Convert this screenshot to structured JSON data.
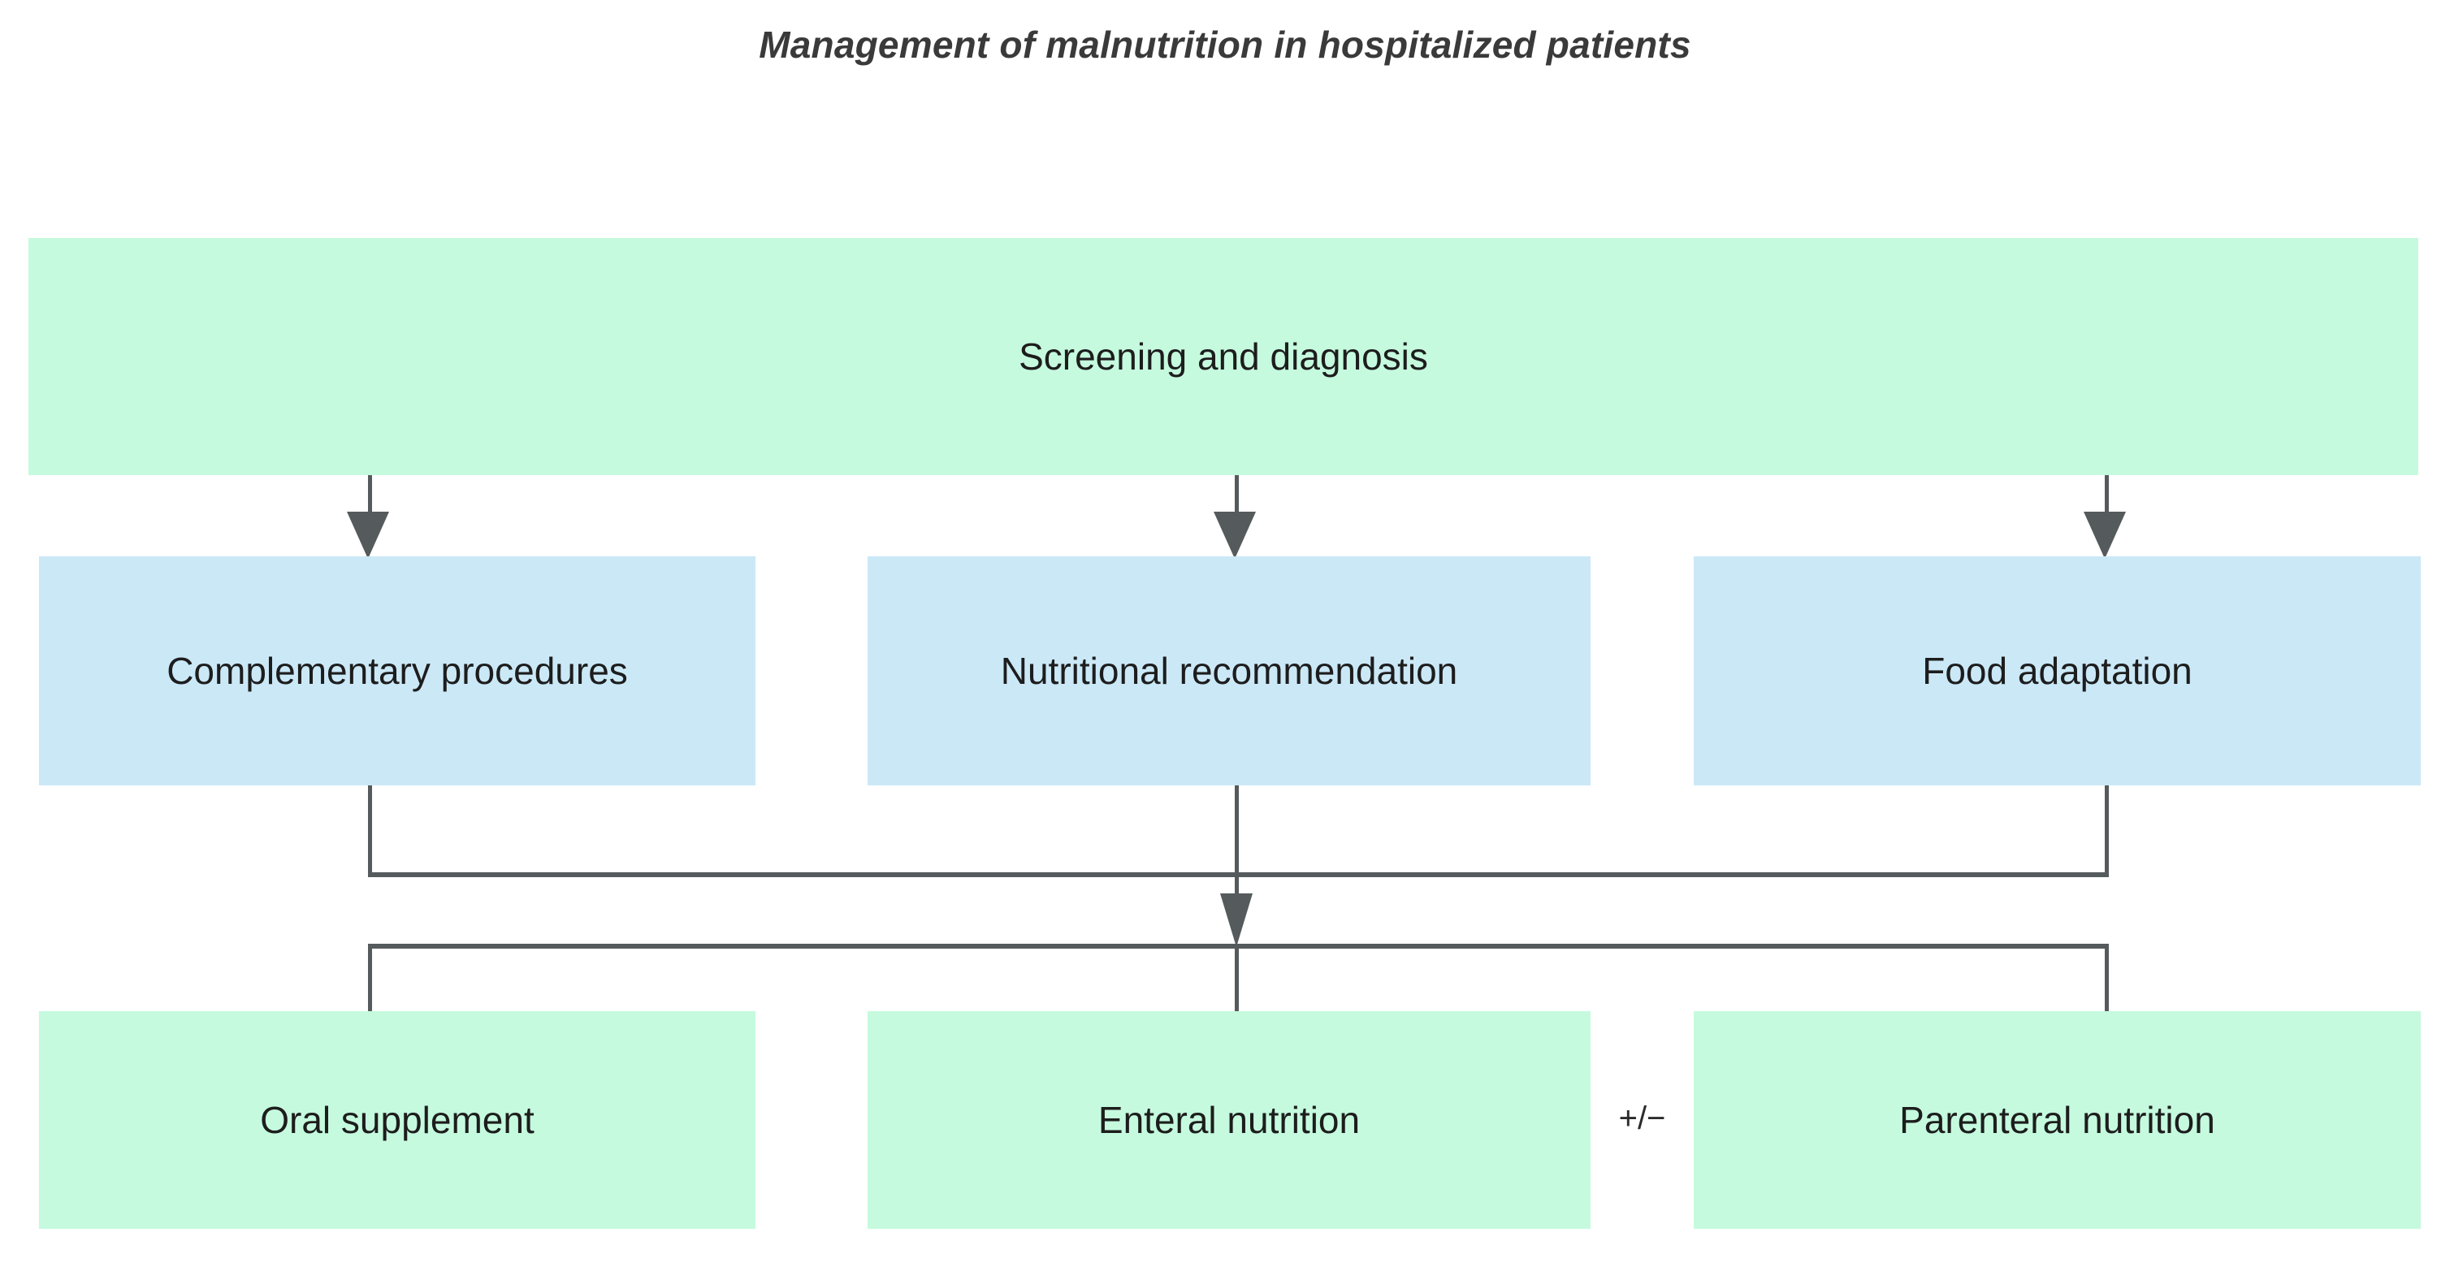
{
  "title": "Management of malnutrition in hospitalized patients",
  "colors": {
    "green_fill": "#c5fade",
    "blue_fill": "#cbe8f7",
    "connector": "#555a5c",
    "title_text": "#3a3a3a",
    "node_text": "#1d1d1d",
    "background": "#ffffff"
  },
  "nodes": {
    "screening": "Screening and diagnosis",
    "complementary": "Complementary procedures",
    "nutritional": "Nutritional recommendation",
    "food": "Food adaptation",
    "oral": "Oral supplement",
    "enteral": "Enteral nutrition",
    "parenteral": "Parenteral nutrition"
  },
  "annotations": {
    "plus_minus": "+/−"
  },
  "flow": {
    "levels": [
      {
        "name": "level-1",
        "style": "green",
        "items": [
          "Screening and diagnosis"
        ]
      },
      {
        "name": "level-2",
        "style": "blue",
        "items": [
          "Complementary procedures",
          "Nutritional recommendation",
          "Food adaptation"
        ]
      },
      {
        "name": "level-3",
        "style": "green",
        "items": [
          "Oral supplement",
          "Enteral nutrition",
          "Parenteral nutrition"
        ]
      }
    ],
    "edges": [
      {
        "from": "Screening and diagnosis",
        "to": "Complementary procedures",
        "type": "arrow"
      },
      {
        "from": "Screening and diagnosis",
        "to": "Nutritional recommendation",
        "type": "arrow"
      },
      {
        "from": "Screening and diagnosis",
        "to": "Food adaptation",
        "type": "arrow"
      },
      {
        "from": "Complementary procedures",
        "to": "merge-bus",
        "type": "line"
      },
      {
        "from": "Nutritional recommendation",
        "to": "merge-bus",
        "type": "line"
      },
      {
        "from": "Food adaptation",
        "to": "merge-bus",
        "type": "line"
      },
      {
        "from": "merge-bus",
        "to": "split-bus",
        "type": "arrow"
      },
      {
        "from": "split-bus",
        "to": "Oral supplement",
        "type": "line"
      },
      {
        "from": "split-bus",
        "to": "Enteral nutrition",
        "type": "line"
      },
      {
        "from": "split-bus",
        "to": "Parenteral nutrition",
        "type": "line"
      }
    ]
  }
}
